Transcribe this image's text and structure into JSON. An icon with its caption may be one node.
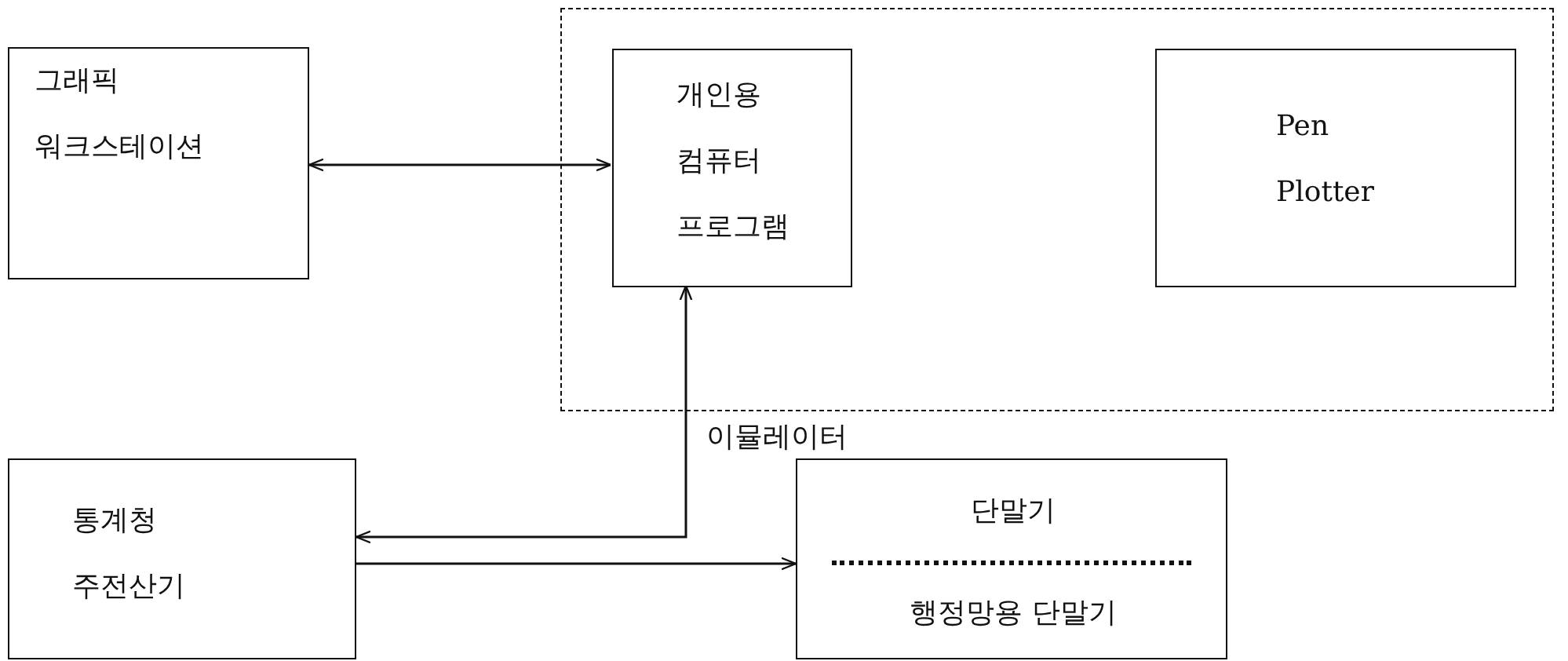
{
  "diagram": {
    "nodes": [
      {
        "text": [
          "그래픽 워크스테이션"
        ]
      },
      {
        "text": [],
        "shape": "box"
      },
      {
        "text": [
          "개인용 컴퓨터 프로그램"
        ],
        "in": 1
      },
      {
        "text": [
          "Pen Plotter"
        ],
        "in": 1
      },
      {
        "text": [
          "통계청 주전산기"
        ]
      },
      {
        "text": [
          "단말기",
          "행정망용 단말기"
        ]
      }
    ],
    "edges": [
      {
        "from": 0,
        "to": 2,
        "arrow": "both"
      },
      {
        "from": 2,
        "to": 4,
        "arrow": "both",
        "label": "이뮬레이터"
      },
      {
        "from": 4,
        "to": 5,
        "arrow": "to"
      }
    ]
  }
}
